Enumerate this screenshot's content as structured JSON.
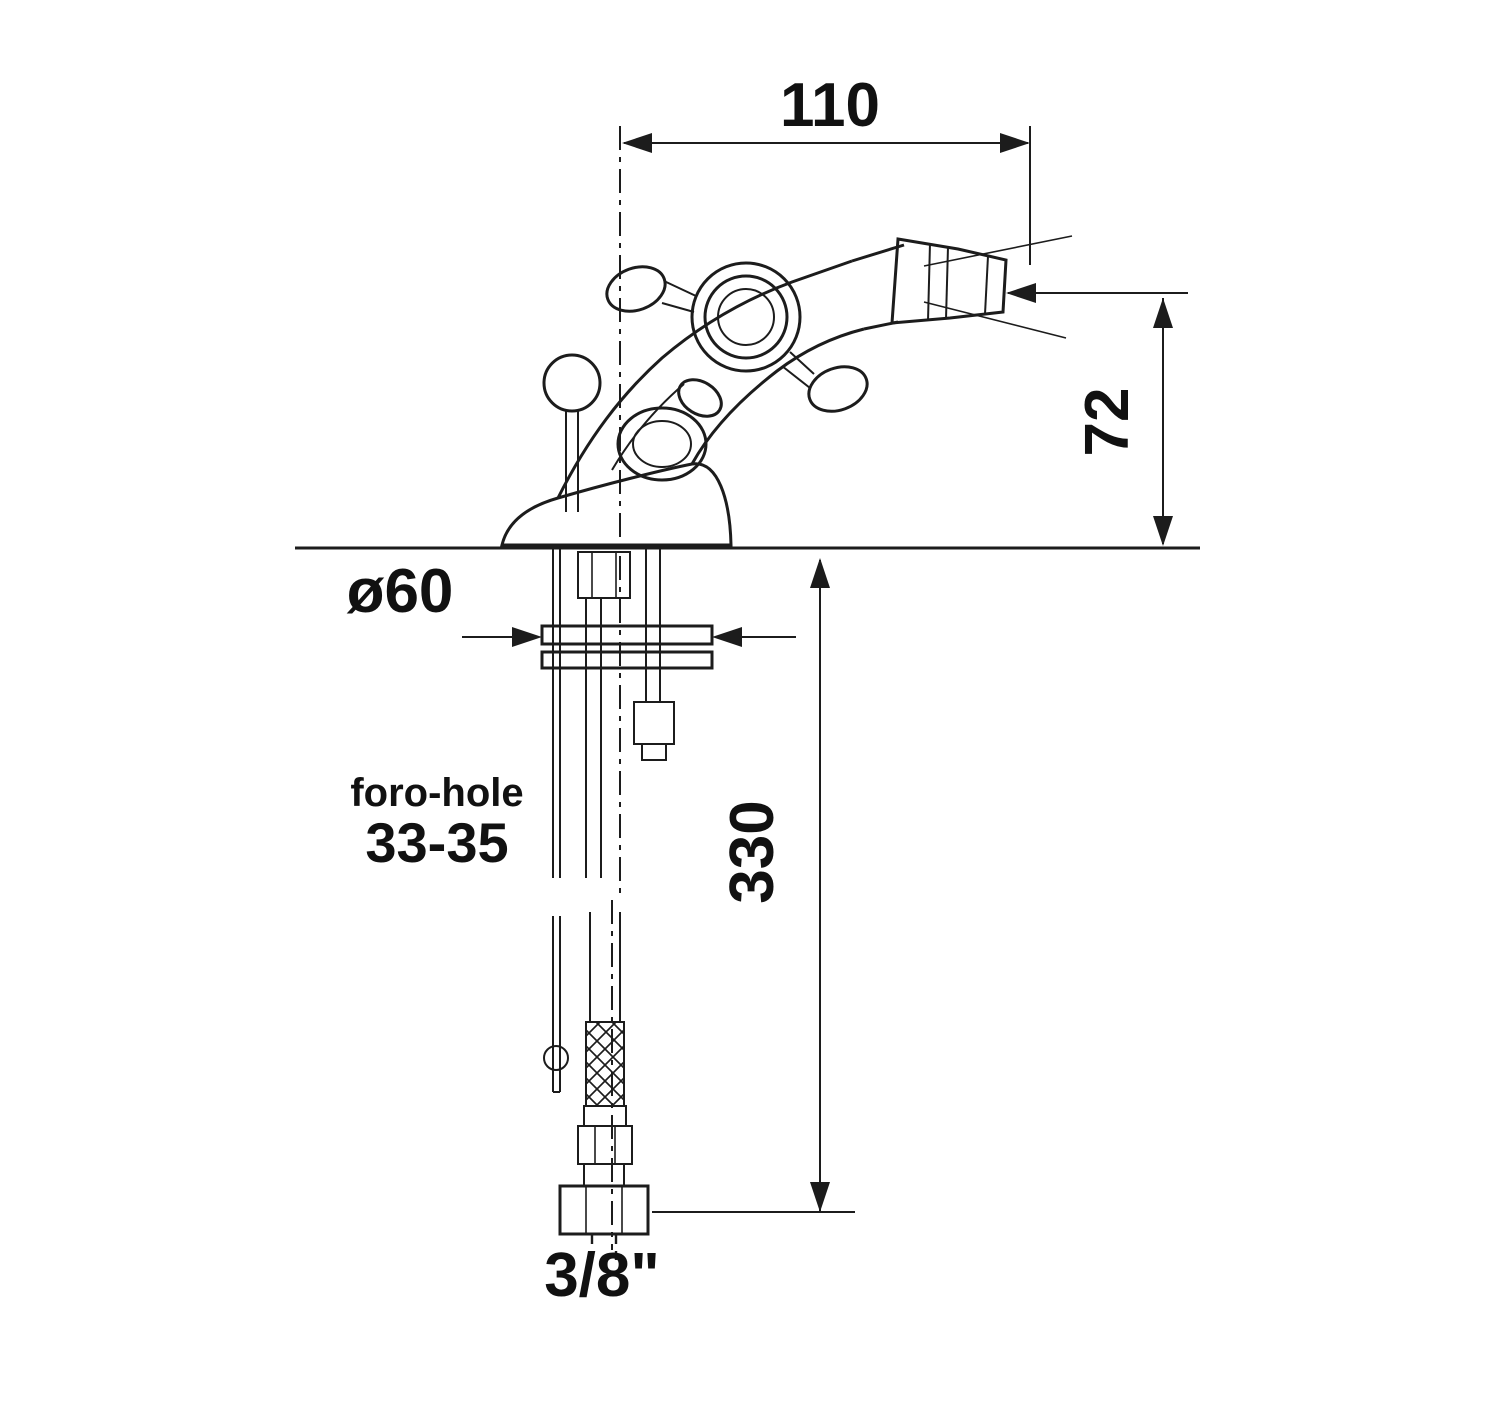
{
  "diagram": {
    "type": "technical-drawing",
    "subject": "bidet-mixer-faucet-dimensions",
    "background": "#ffffff",
    "line_color": "#1c1c1c",
    "labels": {
      "width_top": "110",
      "height_right": "72",
      "base_diameter": "ø60",
      "hole_word": "foro-hole",
      "hole_range": "33-35",
      "hose_length": "330",
      "thread_size": "3/8\""
    }
  }
}
